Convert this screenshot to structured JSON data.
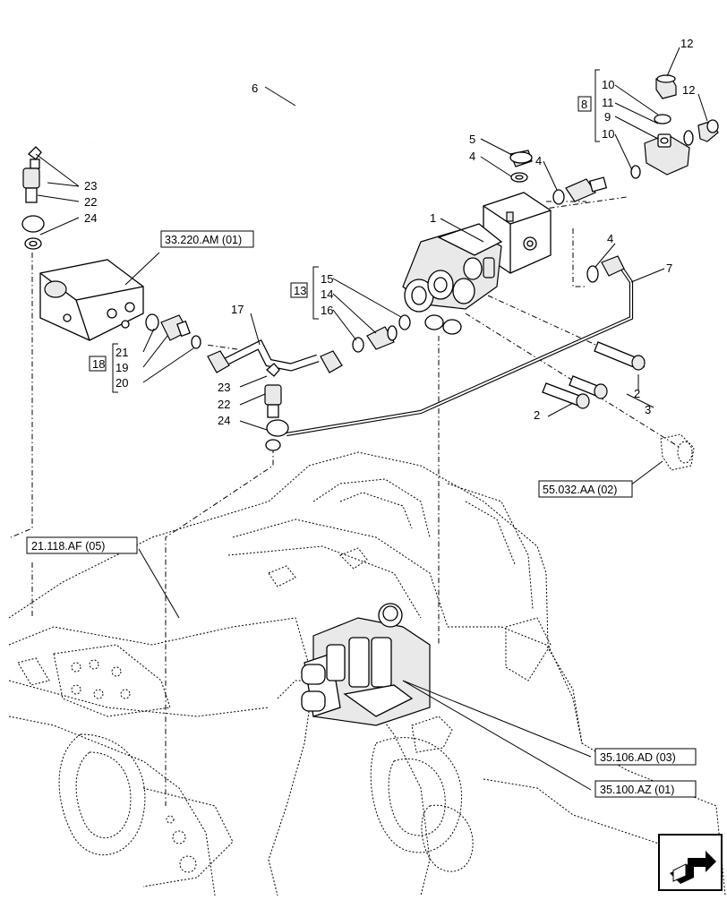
{
  "callouts": {
    "c1": "1",
    "c2a": "2",
    "c2b": "2",
    "c3": "3",
    "c4a": "4",
    "c4b": "4",
    "c4c": "4",
    "c5": "5",
    "c6": "6",
    "c7": "7",
    "c8": "8",
    "c9": "9",
    "c10a": "10",
    "c10b": "10",
    "c11": "11",
    "c12a": "12",
    "c12b": "12",
    "c13": "13",
    "c14": "14",
    "c15": "15",
    "c16": "16",
    "c17": "17",
    "c18": "18",
    "c19": "19",
    "c20": "20",
    "c21": "21",
    "c22a": "22",
    "c22b": "22",
    "c23a": "23",
    "c23b": "23",
    "c24a": "24",
    "c24b": "24"
  },
  "references": {
    "r1": "33.220.AM (01)",
    "r2": "55.032.AA (02)",
    "r3": "21.118.AF (05)",
    "r4": "35.106.AD (03)",
    "r5": "35.100.AZ (01)"
  },
  "nav_icon": "next-page-arrow-icon"
}
